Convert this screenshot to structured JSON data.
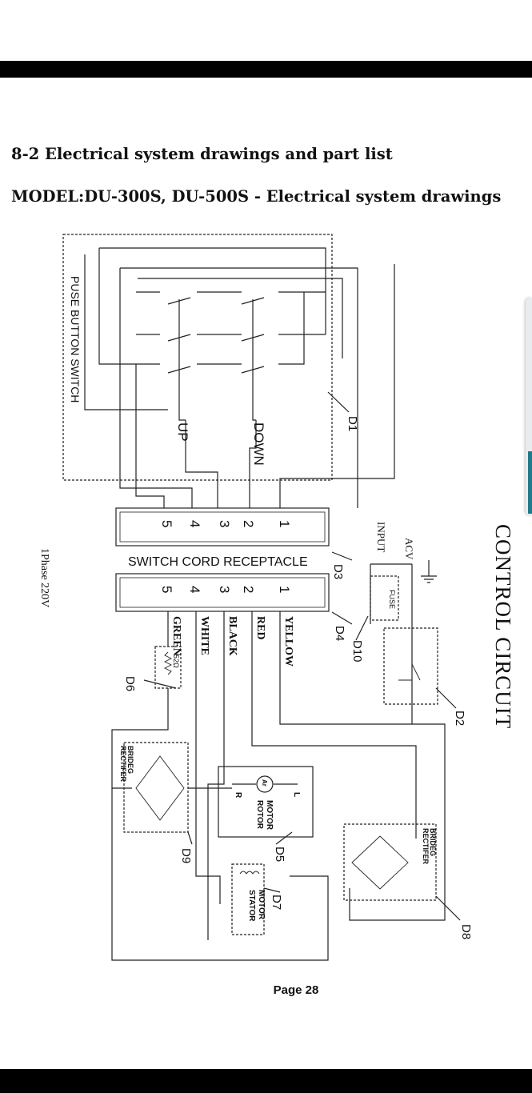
{
  "page": {
    "heading": "8-2 Electrical system drawings and part list",
    "subheading": "MODEL:DU-300S, DU-500S - Electrical system drawings",
    "page_number": "Page 28"
  },
  "diagram": {
    "control_circuit": "CONTROL CIRCUIT",
    "push_button_switch": "PUSE BUTTON SWITCH",
    "up": "UP",
    "down": "DOWN",
    "switch_cord_receptacle": "SWITCH CORD RECEPTACLE",
    "phase": "1Phase 220V",
    "acv": "ACV",
    "input": "INPUT",
    "fuse": "FUSE",
    "resistor": "52Ω",
    "rectifier_line1": "BRIDEG",
    "rectifier_line2": "RECTIFER",
    "motor": "MOTOR",
    "rotor": "ROTOR",
    "stator": "STATOR",
    "armature": "Ar",
    "l": "L",
    "r": "R",
    "pins": [
      "1",
      "2",
      "3",
      "4",
      "5"
    ],
    "wire_colors": [
      "YELLOW",
      "RED",
      "BLACK",
      "WHITE",
      "GREEN"
    ],
    "refs": [
      "D1",
      "D2",
      "D3",
      "D4",
      "D5",
      "D6",
      "D7",
      "D8",
      "D9",
      "D10"
    ]
  }
}
